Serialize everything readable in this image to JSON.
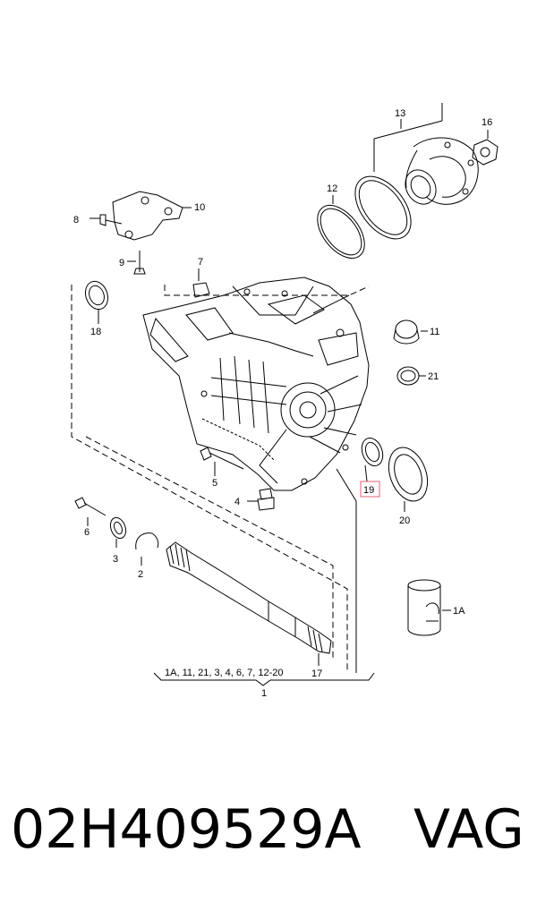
{
  "callouts": {
    "c1": "1",
    "c1A": "1A",
    "c2": "2",
    "c3": "3",
    "c4": "4",
    "c5": "5",
    "c6": "6",
    "c7": "7",
    "c8": "8",
    "c9": "9",
    "c10": "10",
    "c11": "11",
    "c12": "12",
    "c13": "13",
    "c16": "16",
    "c17": "17",
    "c18": "18",
    "c19": "19",
    "c20": "20",
    "c21": "21",
    "kit_contents": "1A, 11, 21, 3, 4, 6, 7, 12-20"
  },
  "highlight_color": "#e0607a",
  "footer": {
    "part_number": "02H409529A",
    "brand": "VAG"
  }
}
